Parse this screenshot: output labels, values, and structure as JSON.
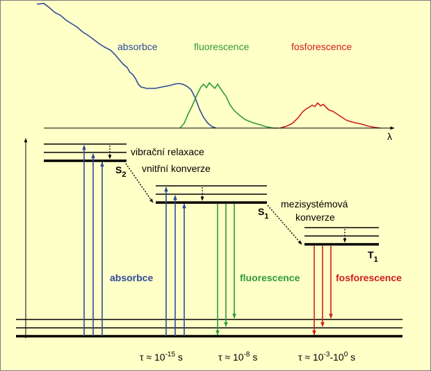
{
  "spectrum": {
    "axis_symbol": "λ",
    "labels": {
      "absorbce": "absorbce",
      "fluorescence": "fluorescence",
      "fosforescence": "fosforescence"
    }
  },
  "colors": {
    "background": "#ffffc8",
    "absorption": "#2e4a9a",
    "fluorescence": "#2f9a3c",
    "phosphorescence": "#d01c1c",
    "levels": "#000000"
  },
  "states": {
    "s2": {
      "letter": "S",
      "sub": "2"
    },
    "s1": {
      "letter": "S",
      "sub": "1"
    },
    "t1": {
      "letter": "T",
      "sub": "1"
    }
  },
  "process_labels": {
    "vibrational_relaxation": "vibrační relaxace",
    "internal_conversion": "vnitřní konverze",
    "intersystem_crossing_line1": "mezisystémová",
    "intersystem_crossing_line2": "konverze",
    "absorption": "absorbce",
    "fluorescence": "fluorescence",
    "phosphorescence": "fosforescence"
  },
  "timescales": {
    "absorption": {
      "prefix": "τ ≈ 10",
      "exp": "-15",
      "unit": " s"
    },
    "fluorescence": {
      "prefix": "τ ≈ 10",
      "exp": "-8",
      "unit": " s"
    },
    "phosphorescence": {
      "prefix": "τ ≈ 10",
      "exp1": "-3",
      "mid": "-10",
      "exp2": "0",
      "unit": " s"
    }
  }
}
